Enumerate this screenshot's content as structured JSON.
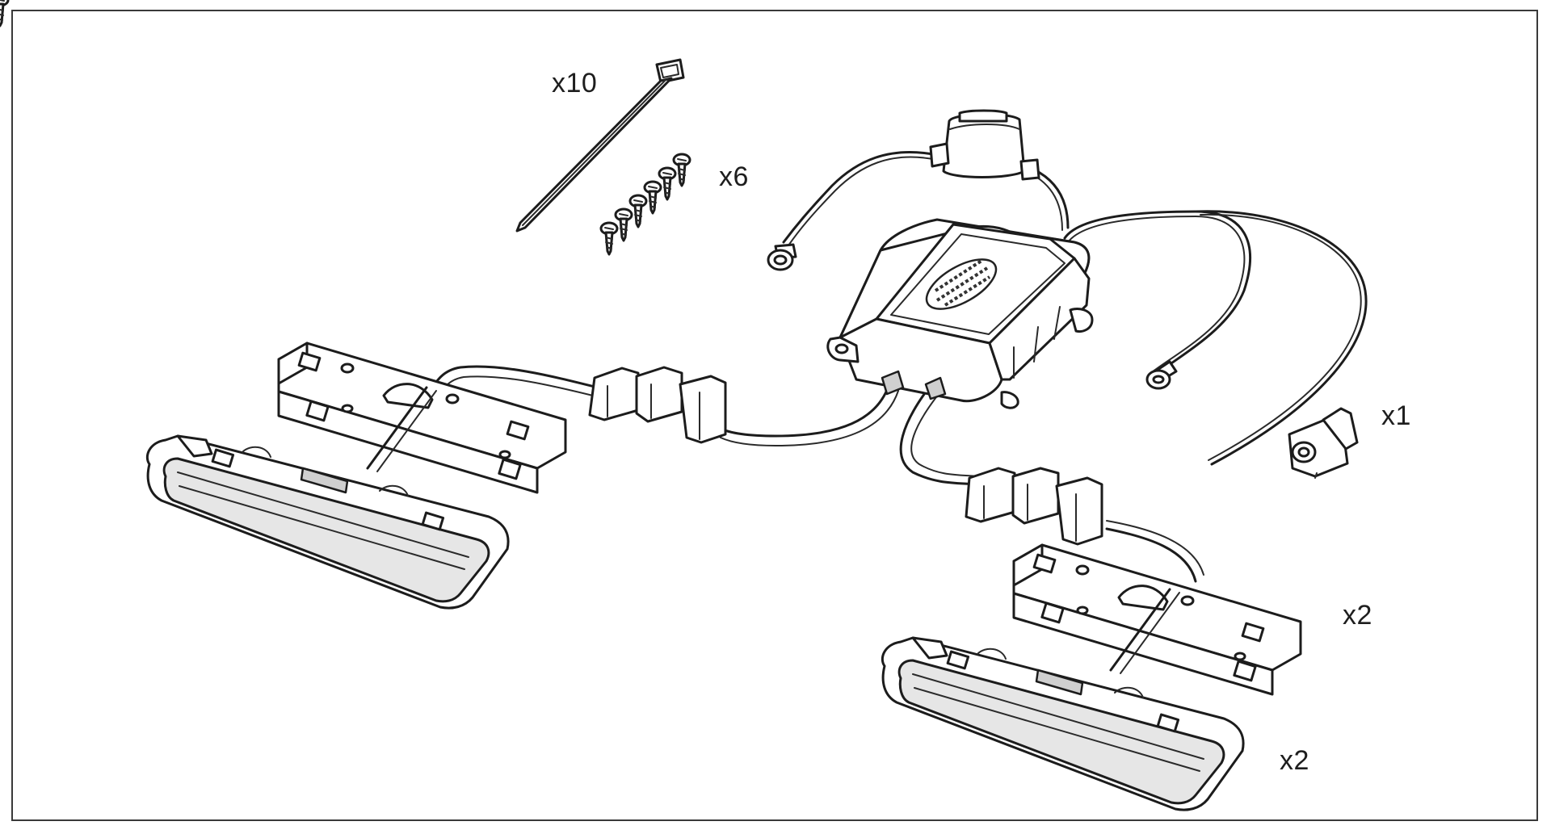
{
  "parts": {
    "cable_tie": {
      "quantity": "x10"
    },
    "screws": {
      "quantity": "x6"
    },
    "connector_clip": {
      "quantity": "x1"
    },
    "mounting_bracket": {
      "quantity": "x2"
    },
    "led_lamp": {
      "quantity": "x2"
    }
  }
}
